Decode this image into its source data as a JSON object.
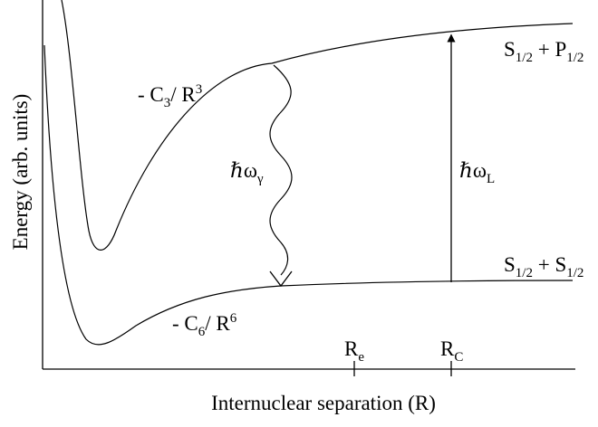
{
  "diagram": {
    "axes": {
      "xlabel": "Internuclear separation (R)",
      "ylabel": "Energy (arb. units)"
    },
    "ticks": {
      "re": {
        "main": "R",
        "sub": "e"
      },
      "rc": {
        "main": "R",
        "sub": "C"
      }
    },
    "curves": {
      "upper": {
        "label_prefix": "- C",
        "label_sub": "3",
        "label_mid": "/ R",
        "label_sup": "3",
        "asymptote": {
          "a": "S",
          "a_sub": "1/2",
          "plus": " + ",
          "b": "P",
          "b_sub": "1/2"
        }
      },
      "lower": {
        "label_prefix": "- C",
        "label_sub": "6",
        "label_mid": "/ R",
        "label_sup": "6",
        "asymptote": {
          "a": "S",
          "a_sub": "1/2",
          "plus": " + ",
          "b": "S",
          "b_sub": "1/2"
        }
      }
    },
    "transitions": {
      "emission": {
        "symbol": "ℏω",
        "sub": "γ"
      },
      "laser": {
        "symbol": "ℏω",
        "sub": "L"
      }
    }
  }
}
